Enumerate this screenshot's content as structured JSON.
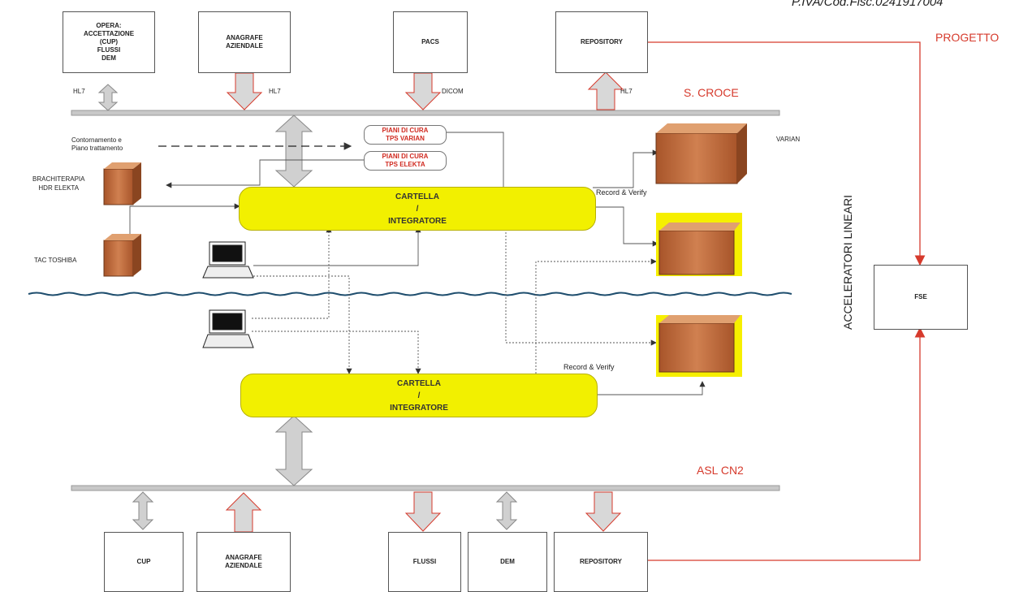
{
  "header_text": "P.IVA/Cod.Fisc.0241917004",
  "top_boxes": {
    "opera": "OPERA:\nACCETTAZIONE\n(CUP)\nFLUSSI\nDEM",
    "anagrafe": "ANAGRAFE\nAZIENDALE",
    "pacs": "PACS",
    "repository": "REPOSITORY"
  },
  "top_bus_labels": {
    "hl7_a": "HL7",
    "hl7_b": "HL7",
    "dicom": "DICOM",
    "hl7_c": "HL7"
  },
  "progetto": "PROGETTO",
  "s_croce": "S. CROCE",
  "contornamento": "Contornamento e\nPiano trattamento",
  "piani_varian": "PIANI DI CURA\nTPS VARIAN",
  "piani_elekta": "PIANI DI CURA\nTPS ELEKTA",
  "brachiterapia": "BRACHITERAPIA\nHDR ELEKTA",
  "tac": "TAC TOSHIBA",
  "varian": "VARIAN",
  "record_verify_1": "Record & Verify",
  "record_verify_2": "Record & Verify",
  "cartella_1": {
    "line1": "CARTELLA",
    "line2": "/",
    "line3": "INTEGRATORE"
  },
  "cartella_2": {
    "line1": "CARTELLA",
    "line2": "/",
    "line3": "INTEGRATORE"
  },
  "acceleratori": "ACCELERATORI LINEARI",
  "fse": "FSE",
  "asl": "ASL CN2",
  "bottom_boxes": {
    "cup": "CUP",
    "anagrafe": "ANAGRAFE\nAZIENDALE",
    "flussi": "FLUSSI",
    "dem": "DEM",
    "repository": "REPOSITORY"
  },
  "colors": {
    "pill": "#f2f000",
    "red": "#d63a2c",
    "bus": "#c8c8c8",
    "server": "#c8703a"
  }
}
